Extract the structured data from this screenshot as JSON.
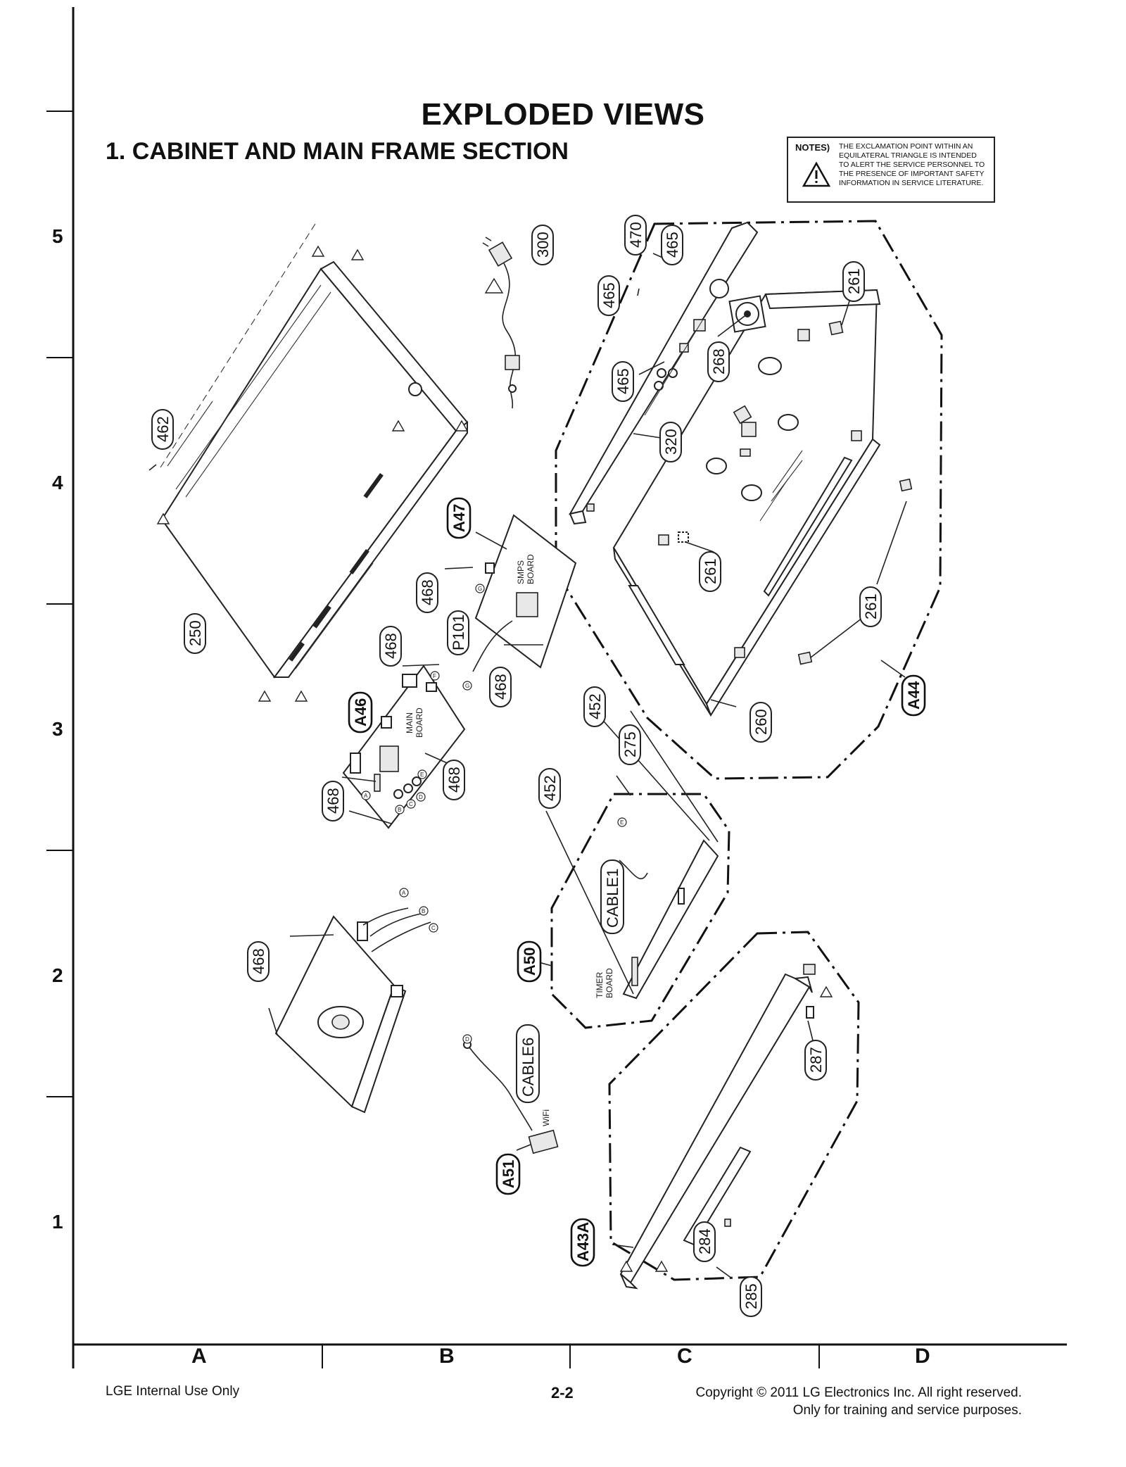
{
  "header": {
    "title": "EXPLODED VIEWS",
    "subtitle": "1. CABINET AND MAIN FRAME SECTION"
  },
  "notes": {
    "label": "NOTES)",
    "text": "THE EXCLAMATION POINT WITHIN AN EQUILATERAL TRIANGLE IS INTENDED TO ALERT THE SERVICE PERSONNEL TO THE PRESENCE OF IMPORTANT SAFETY INFORMATION IN SERVICE LITERATURE."
  },
  "grid": {
    "rows": [
      "5",
      "4",
      "3",
      "2",
      "1"
    ],
    "columns": [
      "A",
      "B",
      "C",
      "D"
    ]
  },
  "callouts": {
    "c300": "300",
    "c470": "470",
    "c465a": "465",
    "c465b": "465",
    "c465c": "465",
    "c261a": "261",
    "c261b": "261",
    "c261c": "261",
    "c268": "268",
    "c320": "320",
    "c462": "462",
    "c250": "250",
    "cA47": "A47",
    "c468a": "468",
    "cP101": "P101",
    "c468b": "468",
    "c468c": "468",
    "cA46": "A46",
    "c468d": "468",
    "c468e": "468",
    "c260": "260",
    "cA44": "A44",
    "c452a": "452",
    "c275": "275",
    "c452b": "452",
    "cCABLE1": "CABLE1",
    "cA50": "A50",
    "c468f": "468",
    "cCABLE6": "CABLE6",
    "cA51": "A51",
    "c287": "287",
    "cA43A": "A43A",
    "c284": "284",
    "c285": "285"
  },
  "board_labels": {
    "smps_1": "SMPS",
    "smps_2": "BOARD",
    "main_1": "MAIN",
    "main_2": "BOARD",
    "timer_1": "TIMER",
    "timer_2": "BOARD",
    "wifi": "WiFi"
  },
  "connectors": {
    "a": "A",
    "b": "B",
    "c": "C",
    "d": "D",
    "e": "E",
    "f": "F",
    "g": "G"
  },
  "footer": {
    "left": "LGE Internal Use Only",
    "page": "2-2",
    "copyright": "Copyright © 2011 LG Electronics Inc. All right reserved.",
    "purpose": "Only for training and service purposes."
  }
}
